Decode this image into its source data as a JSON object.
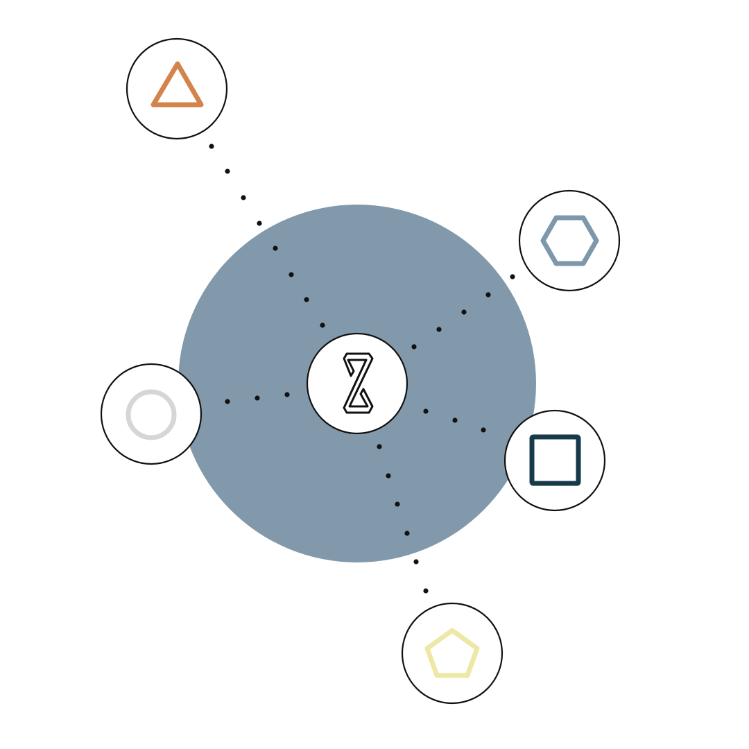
{
  "diagram": {
    "colors": {
      "background": "#ffffff",
      "hub_disc": "#8199ab",
      "node_fill": "#ffffff",
      "node_outline": "#111111",
      "connector_dots": "#111111",
      "center_logo": "#111111"
    },
    "center": {
      "icon": "z-logo-icon"
    },
    "nodes": [
      {
        "id": "triangle",
        "icon": "triangle-icon",
        "color": "#d4834a"
      },
      {
        "id": "hexagon",
        "icon": "hexagon-icon",
        "color": "#7d97ab"
      },
      {
        "id": "circle",
        "icon": "circle-icon",
        "color": "#d6d6d6"
      },
      {
        "id": "square",
        "icon": "square-icon",
        "color": "#163a4a"
      },
      {
        "id": "pentagon",
        "icon": "pentagon-icon",
        "color": "#eee8a6"
      }
    ]
  }
}
